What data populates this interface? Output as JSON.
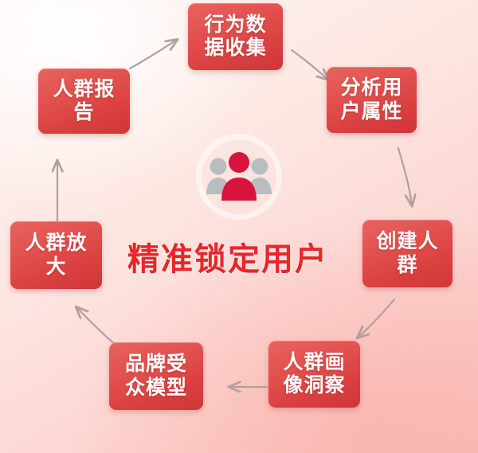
{
  "diagram": {
    "type": "cycle-flow",
    "title": "精准锁定用户",
    "center_icon": "people-group-icon",
    "colors": {
      "node_fill": "#dc4444",
      "node_text": "#ffffff",
      "title_text": "#e8262b",
      "arrow": "#b09a99",
      "background_light": "#fdf4f2",
      "background_pink": "#f9bdb8"
    },
    "nodes": [
      {
        "id": "behavior-data-collection",
        "lines": [
          "行为数",
          "据收集"
        ]
      },
      {
        "id": "analyze-user-attributes",
        "lines": [
          "分析用",
          "户属性"
        ]
      },
      {
        "id": "create-audience",
        "lines": [
          "创建人",
          "群"
        ]
      },
      {
        "id": "audience-profile-insight",
        "lines": [
          "人群画",
          "像洞察"
        ]
      },
      {
        "id": "brand-audience-model",
        "lines": [
          "品牌受",
          "众模型"
        ]
      },
      {
        "id": "audience-amplification",
        "lines": [
          "人群放",
          "大"
        ]
      },
      {
        "id": "audience-report",
        "lines": [
          "人群报",
          "告"
        ]
      }
    ],
    "arrows": [
      {
        "id": "amplification-to-report",
        "direction": "up"
      },
      {
        "id": "report-to-collection",
        "direction": "up-right"
      },
      {
        "id": "collection-to-attributes",
        "direction": "down-right"
      },
      {
        "id": "attributes-to-create",
        "direction": "down"
      },
      {
        "id": "create-to-profile",
        "direction": "down-left"
      },
      {
        "id": "profile-to-brand-model",
        "direction": "left"
      },
      {
        "id": "brand-model-to-amplification",
        "direction": "up-left"
      }
    ]
  }
}
